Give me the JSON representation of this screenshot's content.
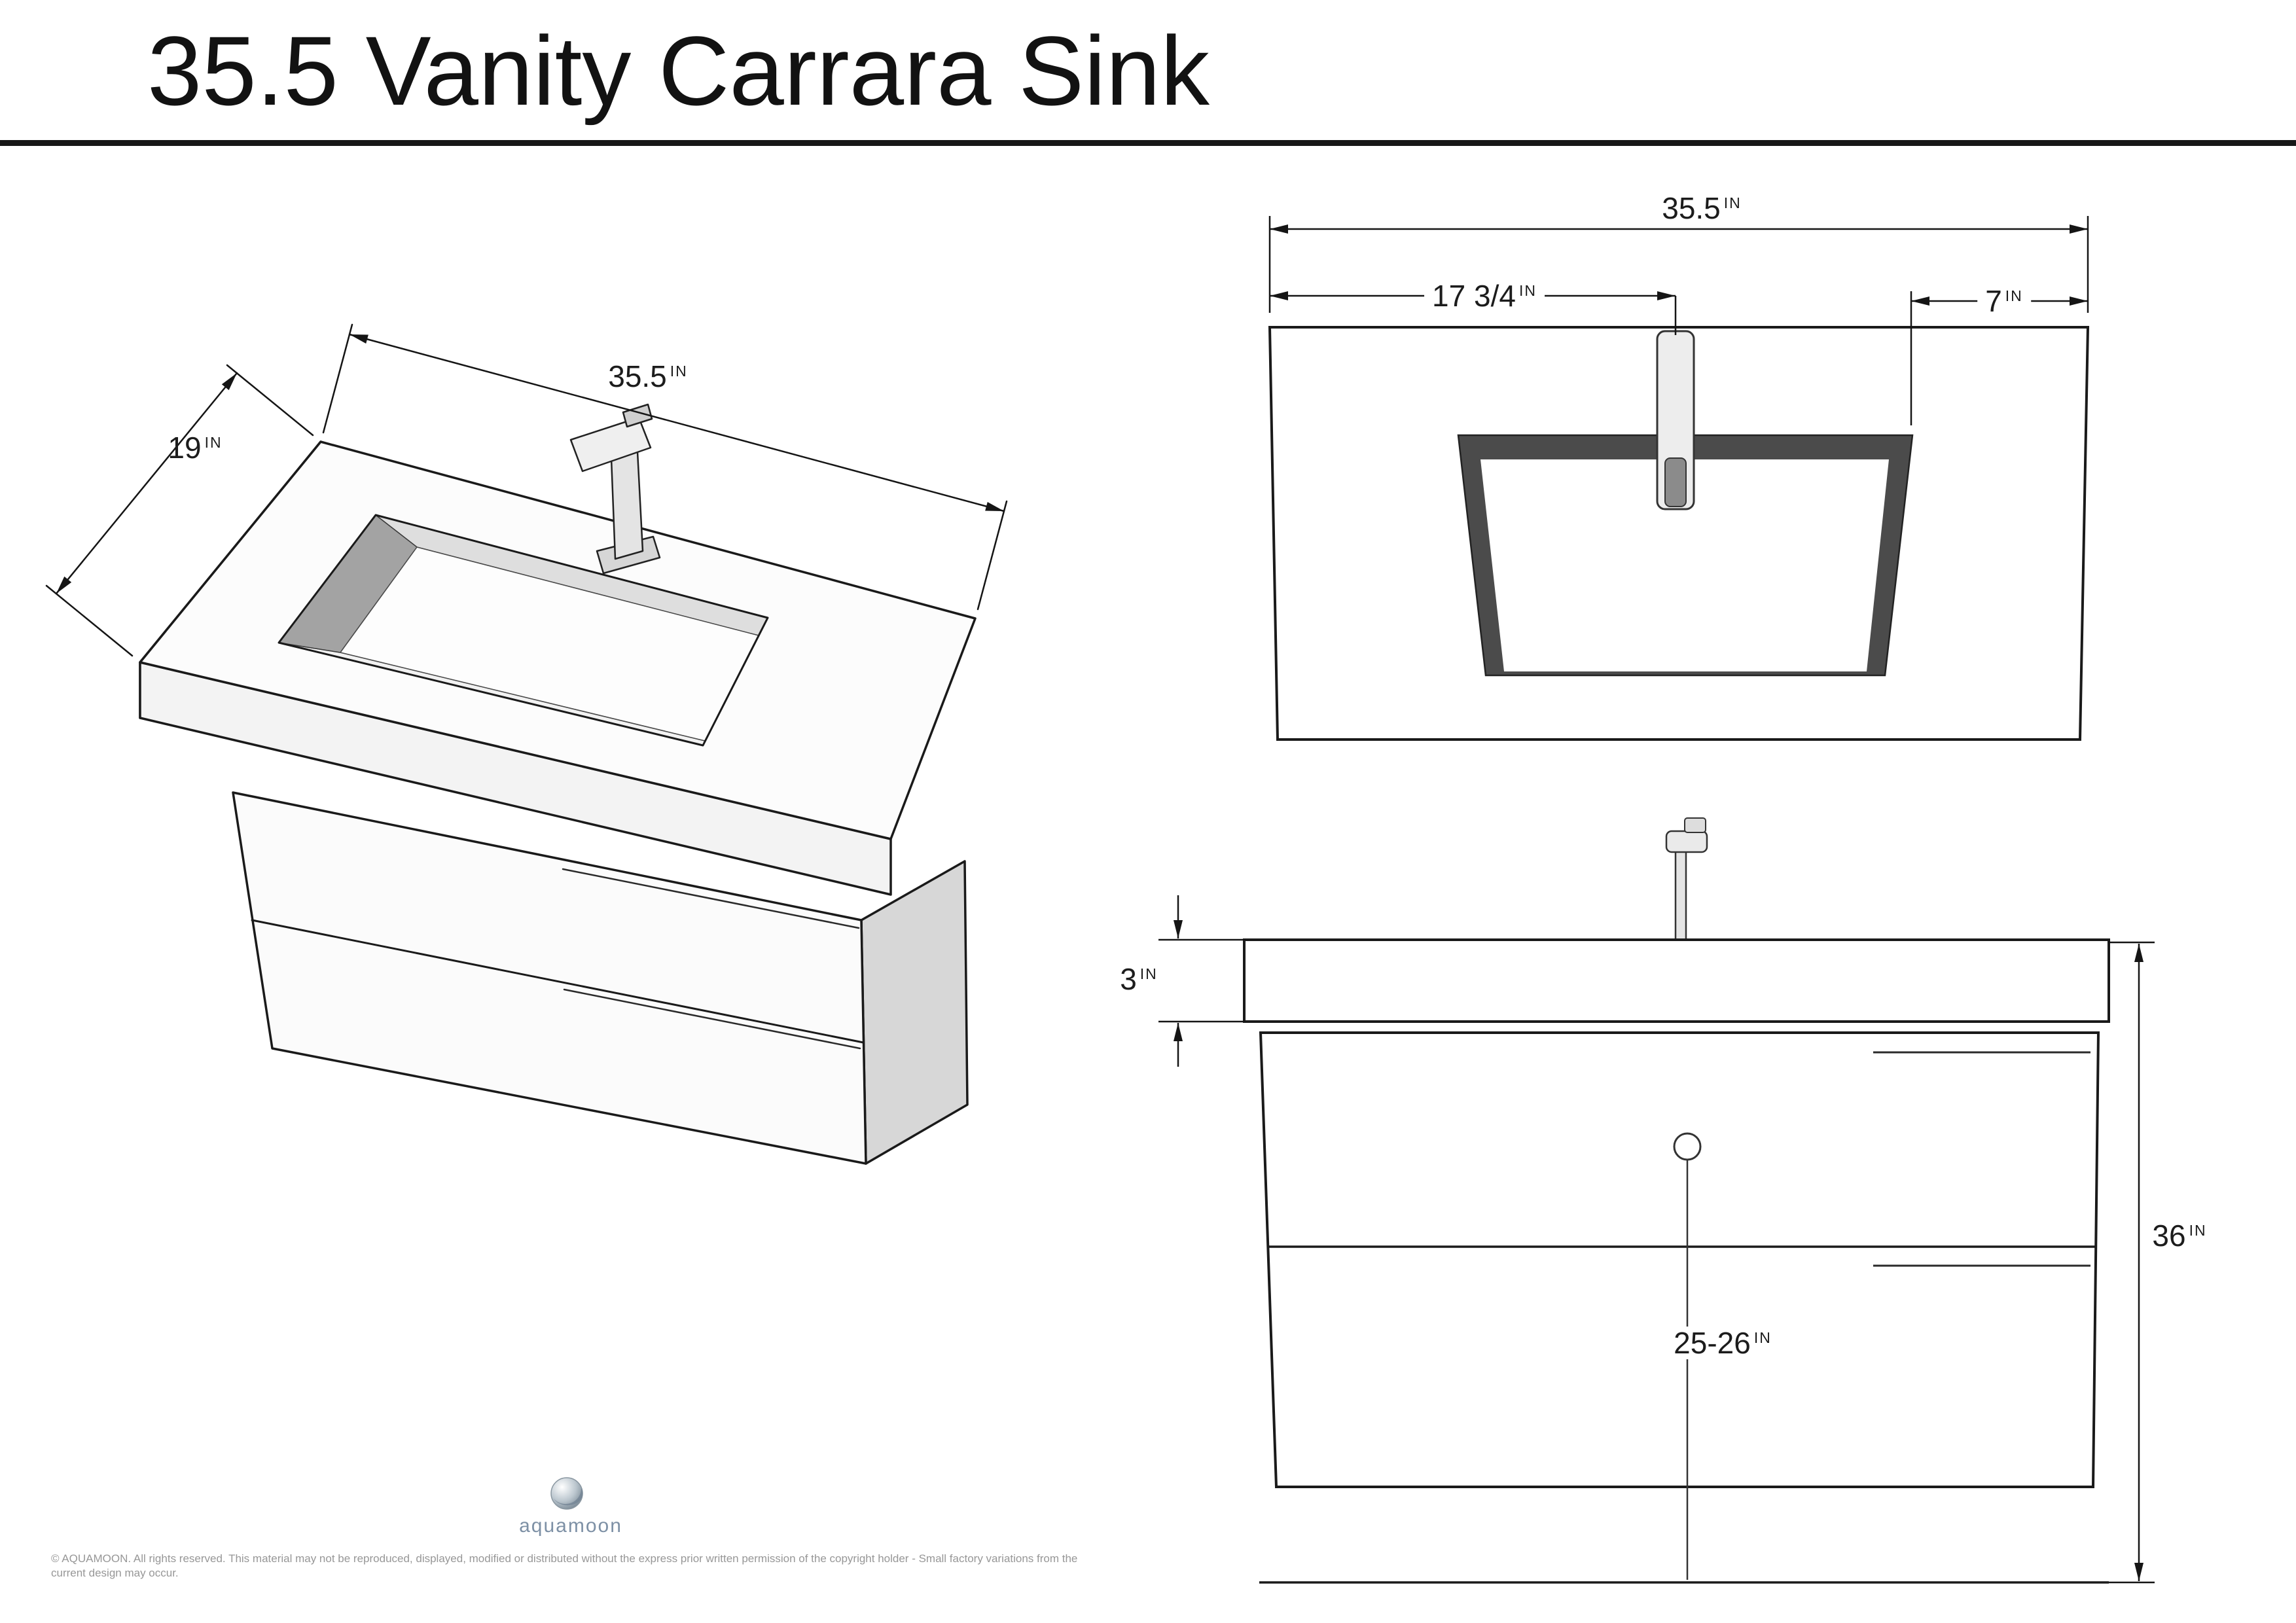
{
  "page": {
    "title": "35.5 Vanity Carrara Sink"
  },
  "units": {
    "inches": "IN"
  },
  "isometric_view": {
    "width_value": "35.5",
    "depth_value": "19"
  },
  "top_view": {
    "overall_width_value": "35.5",
    "faucet_center_value": "17 3/4",
    "basin_to_edge_value": "7"
  },
  "front_view": {
    "countertop_height_value": "3",
    "total_height_value": "36",
    "drain_height_value": "25-26"
  },
  "branding": {
    "logo_text": "aquamoon"
  },
  "footer": {
    "copyright_line1": "© AQUAMOON. All rights reserved. This material may not be reproduced, displayed, modified or distributed without the express prior written permission of the copyright holder - Small factory variations from the",
    "copyright_line2": "current design may occur."
  }
}
